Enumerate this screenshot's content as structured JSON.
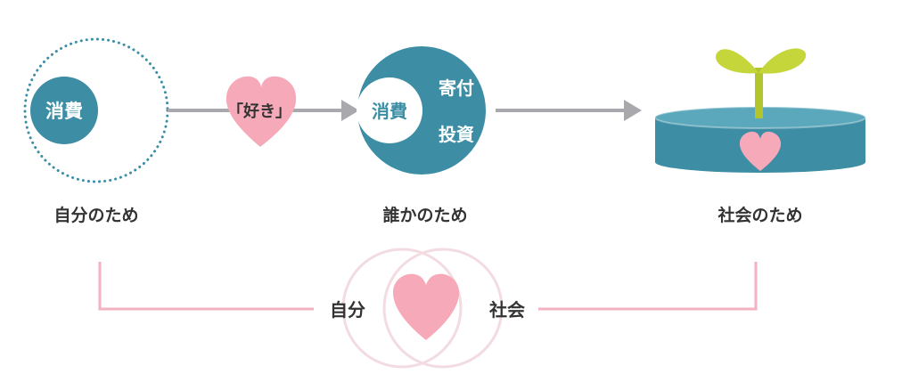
{
  "stages": {
    "self": {
      "label": "自分のため",
      "inner": "消費"
    },
    "others": {
      "label": "誰かのため",
      "inner": "消費",
      "items": [
        "寄付",
        "投資"
      ]
    },
    "society": {
      "label": "社会のため"
    }
  },
  "arrow_label": "「好き」",
  "bottom": {
    "left": "自分",
    "right": "社会"
  },
  "colors": {
    "teal": "#3d8ea5",
    "pink": "#f6aab9",
    "arrow": "#a9a9ad",
    "sprout": "#c4d639",
    "sprout_stem": "#b3c52c",
    "bracket": "#f1b2c1",
    "text": "#333333"
  },
  "icons": [
    "heart-icon",
    "sprout-icon",
    "dish-icon"
  ]
}
